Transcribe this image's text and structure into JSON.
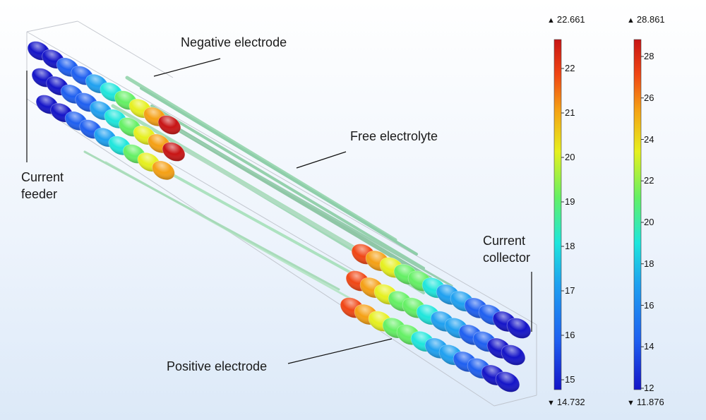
{
  "labels": {
    "negative_electrode": "Negative electrode",
    "free_electrolyte": "Free electrolyte",
    "current_feeder": "Current\nfeeder",
    "current_collector": "Current\ncollector",
    "positive_electrode": "Positive electrode"
  },
  "colorbar_left": {
    "max": "22.661",
    "min": "14.732",
    "ticks": [
      "22",
      "21",
      "20",
      "19",
      "18",
      "17",
      "16",
      "15"
    ]
  },
  "colorbar_right": {
    "max": "28.861",
    "min": "11.876",
    "ticks": [
      "28",
      "26",
      "24",
      "22",
      "20",
      "18",
      "16",
      "14",
      "12"
    ]
  },
  "colormap": [
    "#1414c8",
    "#1e5ff0",
    "#1ea0f0",
    "#1ee6dc",
    "#64f064",
    "#e6f01e",
    "#f5a014",
    "#f04614",
    "#c81414"
  ],
  "icons": {
    "max_marker": "triangle-up-icon",
    "min_marker": "triangle-down-icon"
  }
}
